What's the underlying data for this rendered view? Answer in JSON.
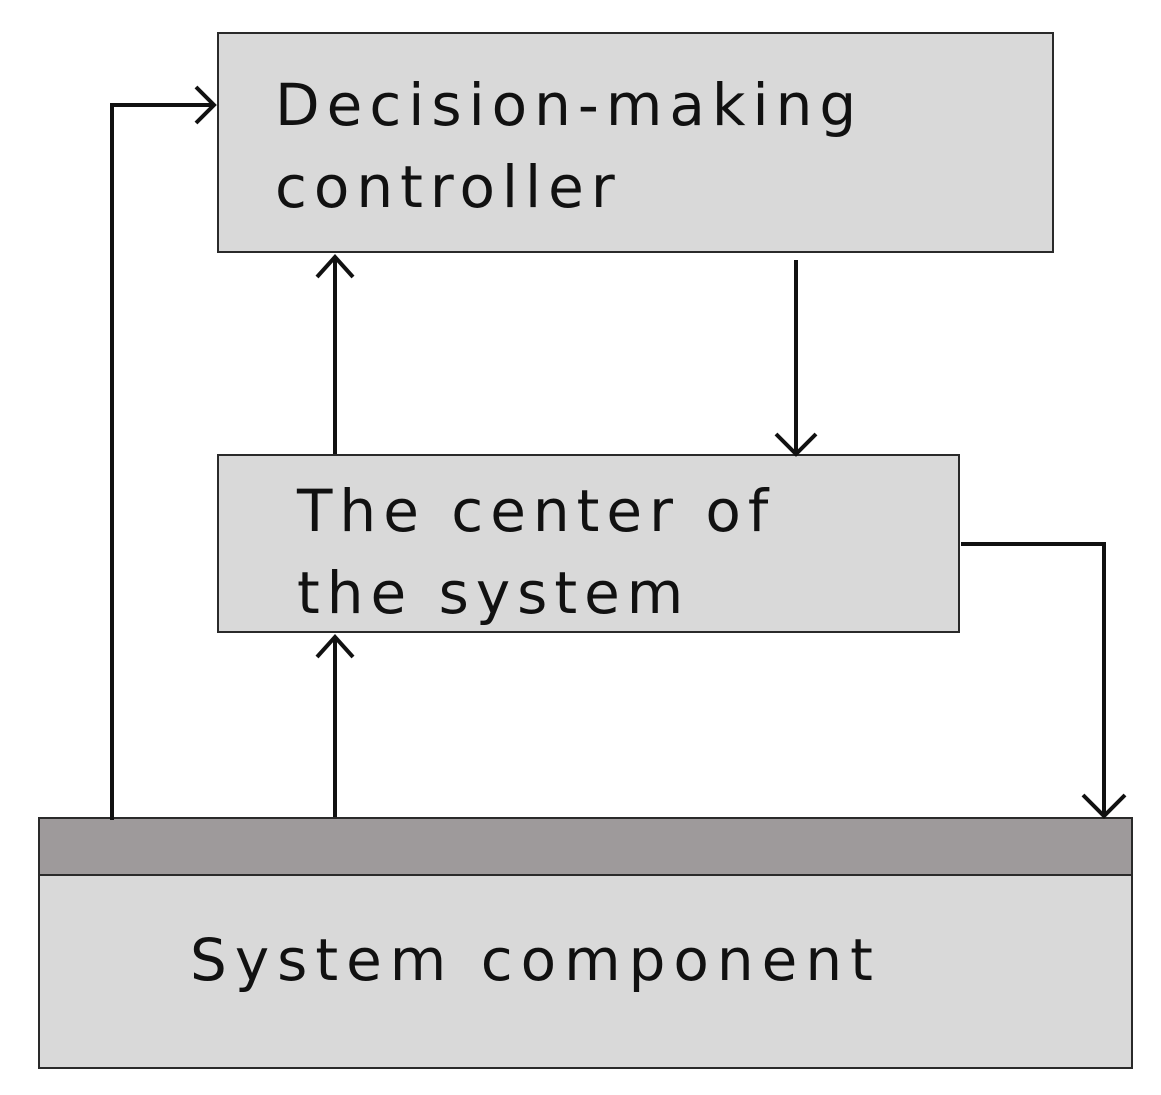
{
  "diagram": {
    "nodes": {
      "decision_controller": {
        "line1": "Decision-making",
        "line2": "controller"
      },
      "system_center": {
        "line1": "The center of",
        "line2": "the system"
      },
      "system_component": {
        "label": "System component"
      }
    },
    "edges": [
      {
        "from": "system_component",
        "to": "decision_controller"
      },
      {
        "from": "system_component",
        "to": "system_center"
      },
      {
        "from": "system_center",
        "to": "decision_controller"
      },
      {
        "from": "decision_controller",
        "to": "system_center"
      },
      {
        "from": "system_center",
        "to": "system_component"
      }
    ],
    "colors": {
      "box_fill": "#d9d9d9",
      "component_bar": "#9e9a9b",
      "stroke": "#111111"
    }
  }
}
